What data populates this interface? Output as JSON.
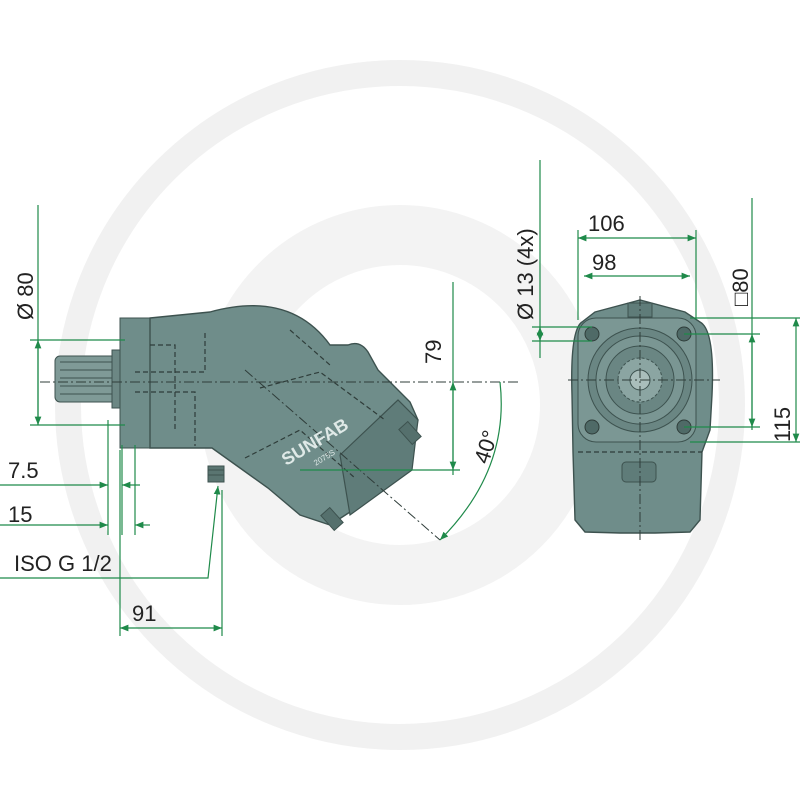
{
  "dimensions": {
    "d80": "Ø 80",
    "d79": "79",
    "a40": "40°",
    "d7_5": "7.5",
    "d15": "15",
    "port": "ISO G 1/2",
    "d91": "91",
    "bolt": "Ø 13 (4x)",
    "d106": "106",
    "d98": "98",
    "sq80": "□80",
    "d115": "115"
  },
  "logo": {
    "brand": "SUNFAB",
    "model": "2075S"
  },
  "colors": {
    "body": "#6f8d8a",
    "body_dark": "#4f6a67",
    "dimension_line": "#1f8a4a",
    "watermark": "#f1f1f1"
  }
}
